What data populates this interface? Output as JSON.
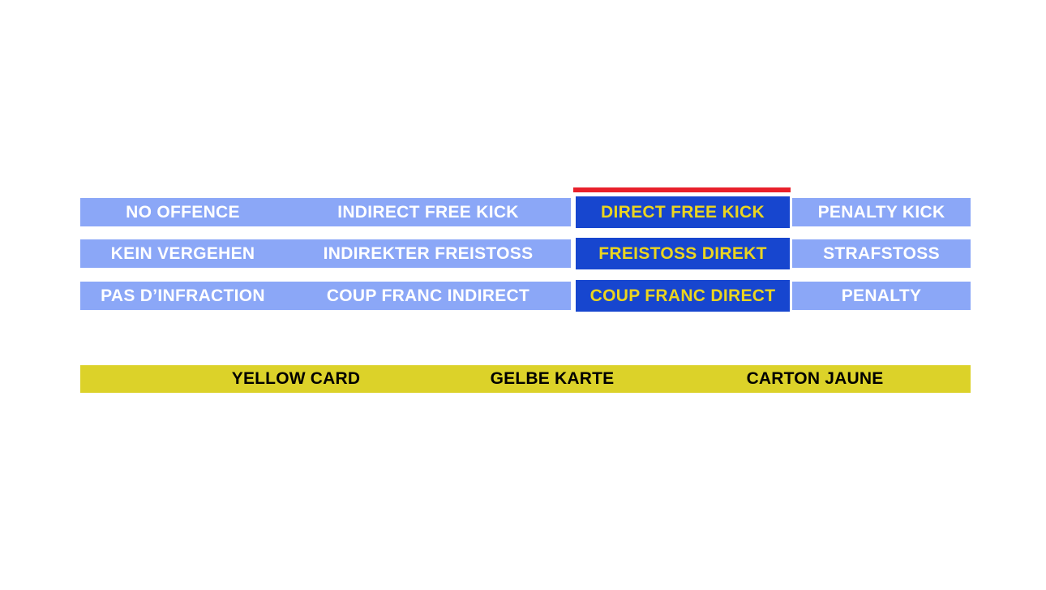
{
  "grid": {
    "rows": [
      {
        "cells": [
          "NO OFFENCE",
          "INDIRECT FREE KICK",
          "DIRECT FREE KICK",
          "PENALTY KICK"
        ]
      },
      {
        "cells": [
          "KEIN VERGEHEN",
          "INDIREKTER FREISTOSS",
          "FREISTOSS DIREKT",
          "STRAFSTOSS"
        ]
      },
      {
        "cells": [
          "PAS D’INFRACTION",
          "COUP FRANC INDIRECT",
          "COUP FRANC DIRECT",
          "PENALTY"
        ]
      }
    ],
    "selected_column_index": 2
  },
  "card_bar": {
    "labels": [
      "YELLOW CARD",
      "GELBE KARTE",
      "CARTON JAUNE"
    ]
  },
  "colors": {
    "option_default_bg": "#8BA7F7",
    "option_default_text": "#FFFFFF",
    "option_selected_bg": "#1746CF",
    "option_selected_text": "#EBD51F",
    "selected_marker": "#E8202B",
    "card_bar_bg": "#DCD229",
    "card_bar_text": "#000000"
  }
}
